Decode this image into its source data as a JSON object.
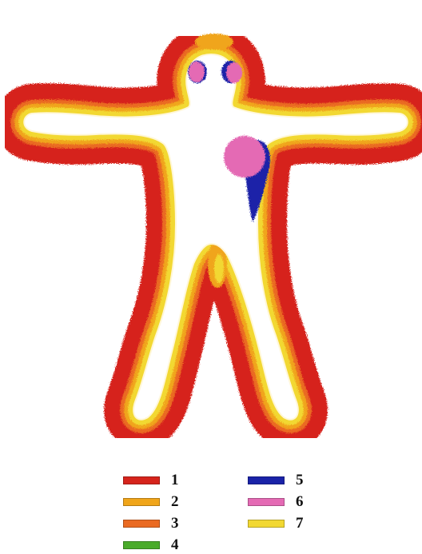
{
  "legend": {
    "items": [
      {
        "label": "1",
        "color": "#d6241c"
      },
      {
        "label": "2",
        "color": "#f0a51a"
      },
      {
        "label": "3",
        "color": "#ea6a22"
      },
      {
        "label": "4",
        "color": "#4aab2a"
      },
      {
        "label": "5",
        "color": "#1a23a8"
      },
      {
        "label": "6",
        "color": "#e46ab4"
      },
      {
        "label": "7",
        "color": "#f2d832"
      }
    ]
  }
}
